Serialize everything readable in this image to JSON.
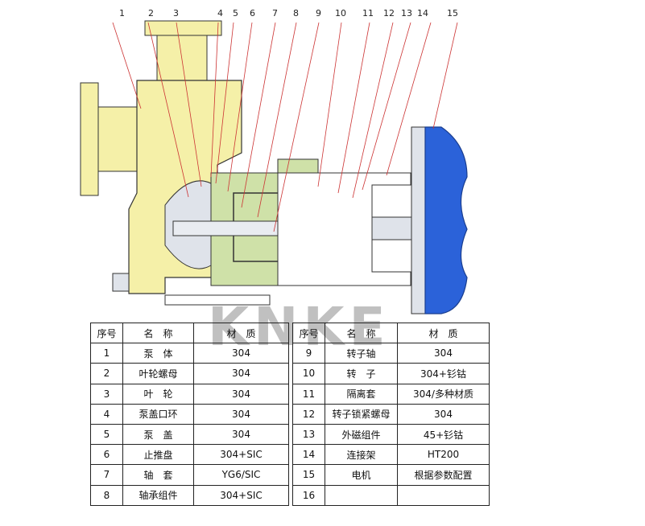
{
  "callouts": [
    "1",
    "2",
    "3",
    "4",
    "5",
    "6",
    "7",
    "8",
    "9",
    "10",
    "11",
    "12",
    "13",
    "14",
    "15"
  ],
  "watermark": "KNKE",
  "colors": {
    "pump_body": "#f5f0a8",
    "bearing_housing": "#cfe1a8",
    "motor": "#2b62d9",
    "metal": "#dfe3ea",
    "outline": "#333333",
    "leader": "#cc3333"
  },
  "table": {
    "headers": [
      "序号",
      "名　称",
      "材　质"
    ],
    "left_rows": [
      {
        "no": "1",
        "name": "泵　体",
        "material": "304"
      },
      {
        "no": "2",
        "name": "叶轮螺母",
        "material": "304"
      },
      {
        "no": "3",
        "name": "叶　轮",
        "material": "304"
      },
      {
        "no": "4",
        "name": "泵盖口环",
        "material": "304"
      },
      {
        "no": "5",
        "name": "泵　盖",
        "material": "304"
      },
      {
        "no": "6",
        "name": "止推盘",
        "material": "304+SIC"
      },
      {
        "no": "7",
        "name": "轴　套",
        "material": "YG6/SIC"
      },
      {
        "no": "8",
        "name": "轴承组件",
        "material": "304+SIC"
      }
    ],
    "right_rows": [
      {
        "no": "9",
        "name": "转子轴",
        "material": "304"
      },
      {
        "no": "10",
        "name": "转　子",
        "material": "304+钐钴"
      },
      {
        "no": "11",
        "name": "隔离套",
        "material": "304/多种材质"
      },
      {
        "no": "12",
        "name": "转子锁紧螺母",
        "material": "304"
      },
      {
        "no": "13",
        "name": "外磁组件",
        "material": "45+钐钴"
      },
      {
        "no": "14",
        "name": "连接架",
        "material": "HT200"
      },
      {
        "no": "15",
        "name": "电机",
        "material": "根据参数配置"
      },
      {
        "no": "16",
        "name": "",
        "material": ""
      }
    ]
  }
}
